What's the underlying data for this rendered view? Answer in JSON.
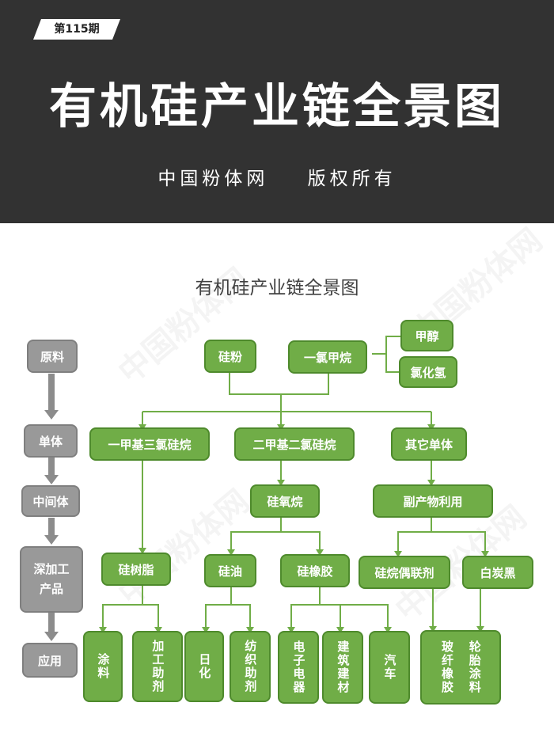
{
  "header": {
    "issue": "第115期",
    "title": "有机硅产业链全景图",
    "subtitle": "中国粉体网    版权所有"
  },
  "chart": {
    "title": "有机硅产业链全景图"
  },
  "watermark": "中国粉体网",
  "stages": [
    "原料",
    "单体",
    "中间体",
    "深加工产品",
    "应用"
  ],
  "nodes": {
    "silicon_powder": "硅粉",
    "methyl_chloride": "一氯甲烷",
    "methanol": "甲醇",
    "hydrogen_chloride": "氯化氢",
    "methyltrichlorosilane": "一甲基三氯硅烷",
    "dimethyldichlorosilane": "二甲基二氯硅烷",
    "other_monomers": "其它单体",
    "siloxane": "硅氧烷",
    "byproduct_utilization": "副产物利用",
    "silicone_resin": "硅树脂",
    "silicone_oil": "硅油",
    "silicone_rubber": "硅橡胶",
    "silane_coupling_agent": "硅烷偶联剂",
    "white_carbon_black": "白炭黑"
  },
  "applications": {
    "coatings": "涂料",
    "processing_aids": "加工助剂",
    "daily_chemicals": "日化",
    "textile_aids": "纺织助剂",
    "electronics": "电子电器",
    "building_materials": "建筑建材",
    "automobile": "汽车",
    "glass_fiber_rubber": "玻纤橡胶",
    "tire_coatings": "轮胎涂料"
  },
  "colors": {
    "banner": "#323232",
    "node_green": "#70ad47",
    "node_gray": "#999999",
    "connector": "#70ad47"
  }
}
